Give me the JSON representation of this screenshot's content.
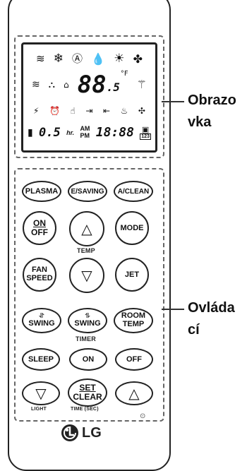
{
  "lcd": {
    "temp_value": "88",
    "temp_decimal": ".5",
    "timer_hours": "0.5",
    "timer_unit": "hr.",
    "am": "AM",
    "pm": "PM",
    "clock": "18:88",
    "badge": "123"
  },
  "buttons": {
    "plasma": "PLASMA",
    "esaving": "E/SAVING",
    "aclean": "A/CLEAN",
    "on": "ON",
    "off": "OFF",
    "mode": "MODE",
    "fan": "FAN",
    "speed": "SPEED",
    "jet": "JET",
    "swing1": "SWING",
    "swing2": "SWING",
    "room": "ROOM",
    "temp": "TEMP",
    "sleep": "SLEEP",
    "timer_on": "ON",
    "timer_off": "OFF",
    "set": "SET",
    "clear": "CLEAR"
  },
  "labels": {
    "temp": "TEMP",
    "timer": "TIMER",
    "light": "LIGHT",
    "time_sec": "TIME (SEC)"
  },
  "brand": "LG",
  "callouts": {
    "display_line1": "Obrazo",
    "display_line2": "vka",
    "controls_line1": "Ovláda",
    "controls_line2": "cí"
  }
}
